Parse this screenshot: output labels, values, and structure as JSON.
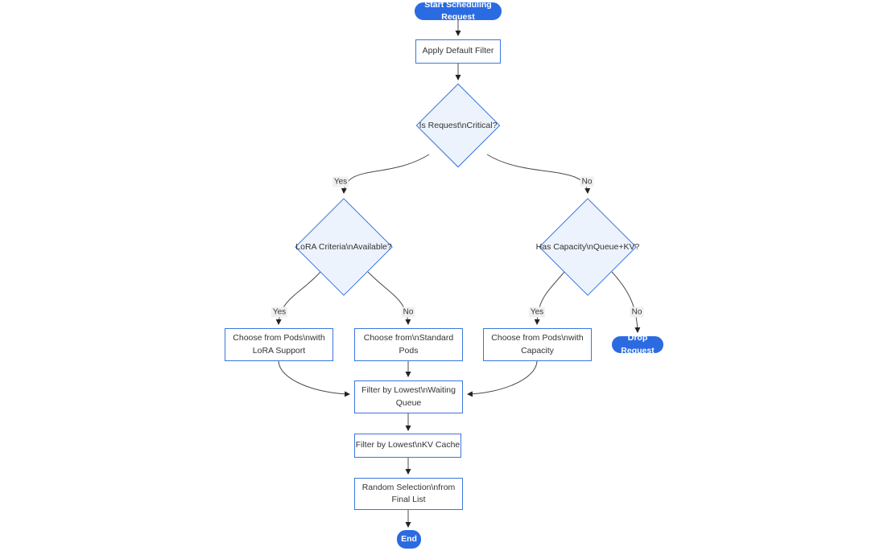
{
  "diagram": {
    "type": "flowchart",
    "direction": "top-down",
    "colors": {
      "accent_blue": "#2a6be1",
      "node_border": "#3b76dd",
      "diamond_fill": "#ecf3fc",
      "node_fill": "#ffffff",
      "text": "#333333",
      "edge": "#4b4b4b",
      "edge_label_bg": "#f0f0f0"
    },
    "nodes": {
      "start": {
        "shape": "stadium",
        "lines": [
          "Start Scheduling Request"
        ]
      },
      "apply_default_filter": {
        "shape": "rect",
        "lines": [
          "Apply Default Filter"
        ]
      },
      "is_request_critical": {
        "shape": "diamond",
        "lines": [
          "Is Request\\nCritical?"
        ]
      },
      "lora_criteria_available": {
        "shape": "diamond",
        "lines": [
          "LoRA Criteria\\nAvailable?"
        ]
      },
      "has_capacity_queue_kv": {
        "shape": "diamond",
        "lines": [
          "Has Capacity\\nQueue+KV?"
        ]
      },
      "choose_pods_lora": {
        "shape": "rect",
        "lines": [
          "Choose from Pods\\nwith",
          "LoRA Support"
        ]
      },
      "choose_standard_pods": {
        "shape": "rect",
        "lines": [
          "Choose from\\nStandard",
          "Pods"
        ]
      },
      "choose_pods_capacity": {
        "shape": "rect",
        "lines": [
          "Choose from Pods\\nwith",
          "Capacity"
        ]
      },
      "drop_request": {
        "shape": "stadium",
        "lines": [
          "Drop Request"
        ]
      },
      "filter_lowest_waiting_queue": {
        "shape": "rect",
        "lines": [
          "Filter by Lowest\\nWaiting",
          "Queue"
        ]
      },
      "filter_lowest_kv_cache": {
        "shape": "rect",
        "lines": [
          "Filter by Lowest\\nKV Cache"
        ]
      },
      "random_selection_final_list": {
        "shape": "rect",
        "lines": [
          "Random Selection\\nfrom",
          "Final List"
        ]
      },
      "end": {
        "shape": "stadium",
        "lines": [
          "End"
        ]
      }
    },
    "edges": [
      {
        "from": "start",
        "to": "apply_default_filter",
        "label": ""
      },
      {
        "from": "apply_default_filter",
        "to": "is_request_critical",
        "label": ""
      },
      {
        "from": "is_request_critical",
        "to": "lora_criteria_available",
        "label": "Yes"
      },
      {
        "from": "is_request_critical",
        "to": "has_capacity_queue_kv",
        "label": "No"
      },
      {
        "from": "lora_criteria_available",
        "to": "choose_pods_lora",
        "label": "Yes"
      },
      {
        "from": "lora_criteria_available",
        "to": "choose_standard_pods",
        "label": "No"
      },
      {
        "from": "has_capacity_queue_kv",
        "to": "choose_pods_capacity",
        "label": "Yes"
      },
      {
        "from": "has_capacity_queue_kv",
        "to": "drop_request",
        "label": "No"
      },
      {
        "from": "choose_pods_lora",
        "to": "filter_lowest_waiting_queue",
        "label": ""
      },
      {
        "from": "choose_standard_pods",
        "to": "filter_lowest_waiting_queue",
        "label": ""
      },
      {
        "from": "choose_pods_capacity",
        "to": "filter_lowest_waiting_queue",
        "label": ""
      },
      {
        "from": "filter_lowest_waiting_queue",
        "to": "filter_lowest_kv_cache",
        "label": ""
      },
      {
        "from": "filter_lowest_kv_cache",
        "to": "random_selection_final_list",
        "label": ""
      },
      {
        "from": "random_selection_final_list",
        "to": "end",
        "label": ""
      }
    ]
  }
}
